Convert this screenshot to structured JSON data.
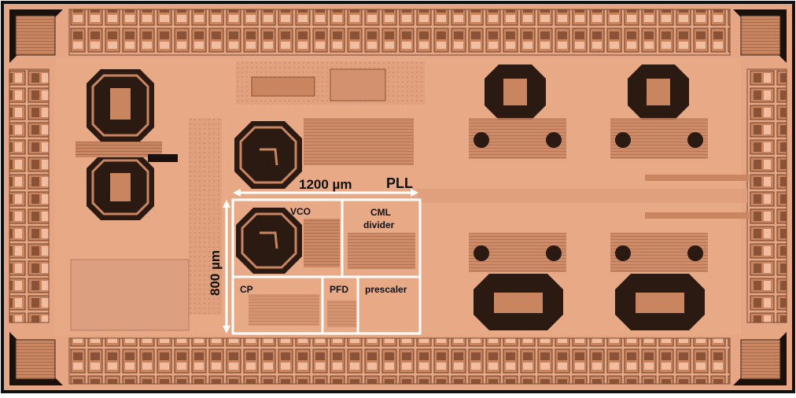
{
  "colors": {
    "die_background": "#e6a583",
    "die_border": "#111111",
    "metal_dark": "#3a2418",
    "metal_mid": "#b87a5a",
    "highlight_box": "#ffffff"
  },
  "pll": {
    "title": "PLL",
    "width_dimension": "1200 µm",
    "height_dimension": "800 µm",
    "blocks": {
      "vco": "VCO",
      "cml_line1": "CML",
      "cml_line2": "divider",
      "cp": "CP",
      "pfd": "PFD",
      "prescaler": "prescaler"
    }
  }
}
